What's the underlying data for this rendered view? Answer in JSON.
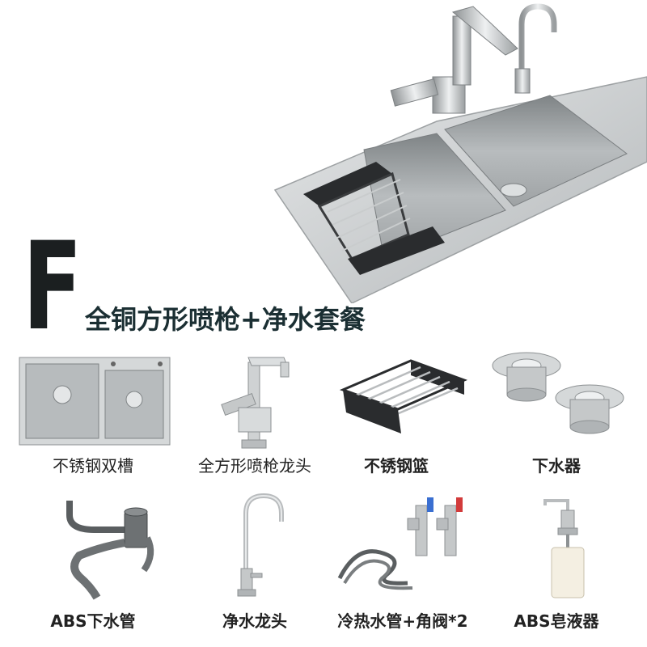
{
  "package": {
    "letter": "F",
    "title": "全铜方形喷枪+净水套餐"
  },
  "items": [
    {
      "label": "不锈钢双槽"
    },
    {
      "label": "全方形喷枪龙头"
    },
    {
      "label": "不锈钢篮"
    },
    {
      "label": "下水器"
    },
    {
      "label": "ABS下水管"
    },
    {
      "label": "净水龙头"
    },
    {
      "label": "冷热水管+角阀*2"
    },
    {
      "label": "ABS皂液器"
    }
  ],
  "colors": {
    "steel": "#b9bcbe",
    "steel_dark": "#8d9193",
    "basket_black": "#2a2c2e",
    "text_dark": "#1b2f33"
  }
}
